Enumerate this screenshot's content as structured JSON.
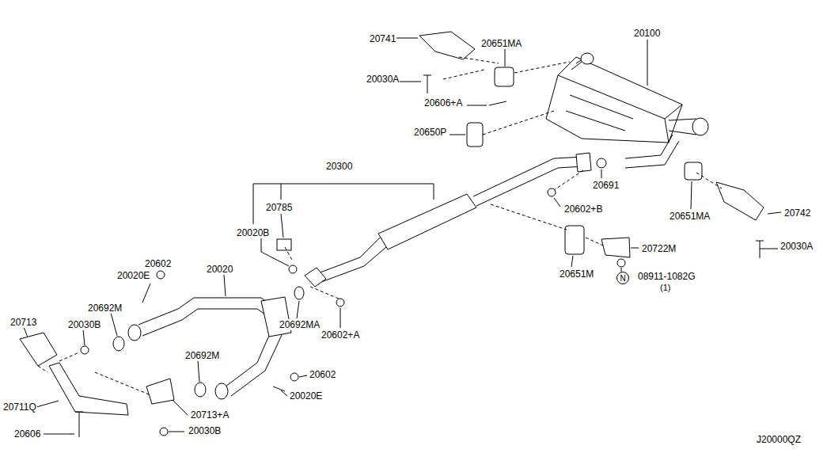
{
  "diagram": {
    "nodes": [
      {
        "text": [
          "N"
        ]
      }
    ],
    "labels": [
      "20741",
      "20651MA",
      "20100",
      "20030A",
      "20606+A",
      "20650P",
      "20300",
      "20785",
      "20691",
      "20020B",
      "20602+B",
      "20602",
      "20020",
      "20651MA",
      "20742",
      "20020E",
      "20722M",
      "20030A",
      "20692M",
      "20651M",
      "08911-1082G",
      "(1)",
      "20692MA",
      "20602+A",
      "20713",
      "20030B",
      "20692M",
      "20602",
      "20711Q",
      "20713+A",
      "20020E",
      "20606",
      "20030B",
      "J20000QZ"
    ]
  }
}
